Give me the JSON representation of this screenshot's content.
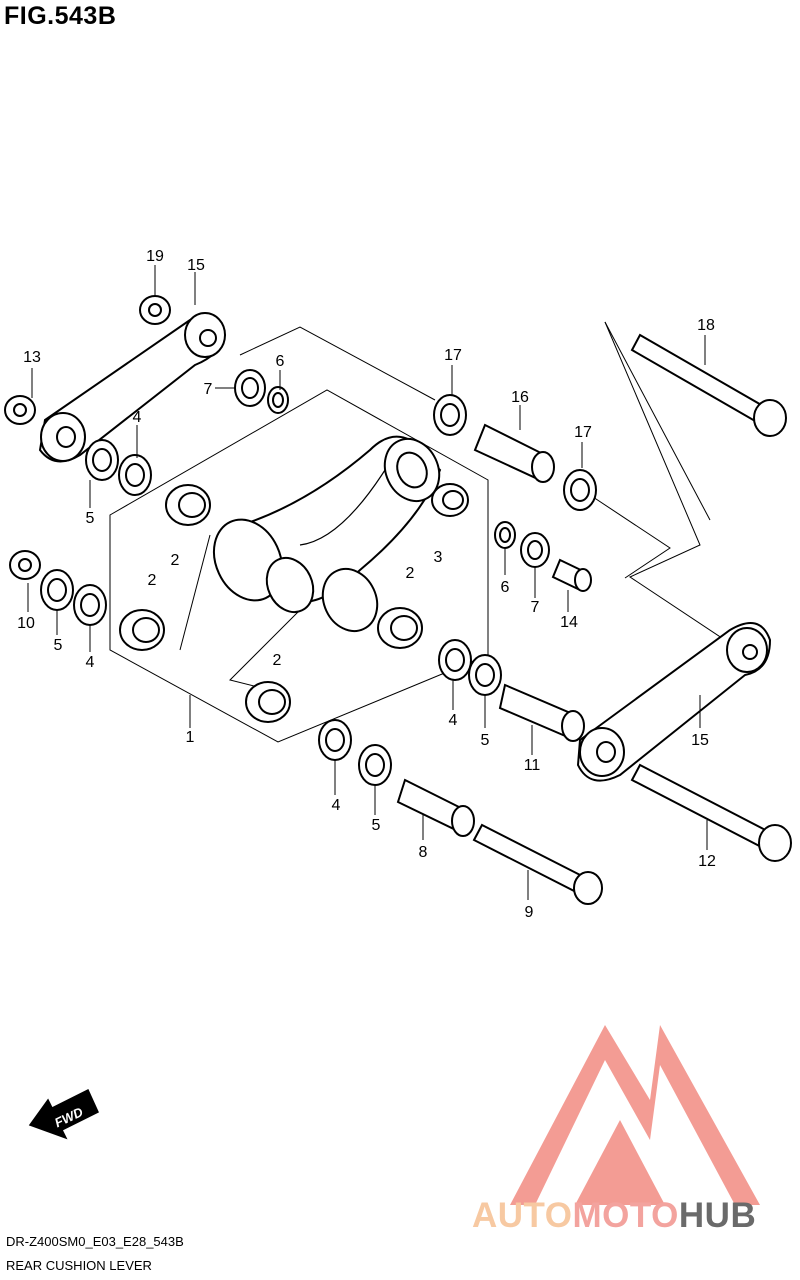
{
  "figure": {
    "title": "FIG.543B",
    "code": "DR-Z400SM0_E03_E28_543B",
    "caption": "REAR CUSHION LEVER",
    "direction_label": "FWD"
  },
  "watermark": {
    "logo": "automotohub-triangle-logo",
    "brand_part1": "AUTO",
    "brand_part2": "MOTO",
    "brand_part3": "HUB",
    "colors": {
      "auto": "#f7c9a2",
      "moto": "#f3a39e",
      "hub": "#6a6a6a",
      "logo": "#f28b82"
    }
  },
  "callouts": [
    "19",
    "15",
    "13",
    "7",
    "6",
    "4",
    "5",
    "17",
    "16",
    "18",
    "17",
    "2",
    "3",
    "2",
    "2",
    "2",
    "10",
    "5",
    "4",
    "6",
    "7",
    "14",
    "1",
    "4",
    "5",
    "11",
    "15",
    "4",
    "5",
    "8",
    "9",
    "12"
  ]
}
